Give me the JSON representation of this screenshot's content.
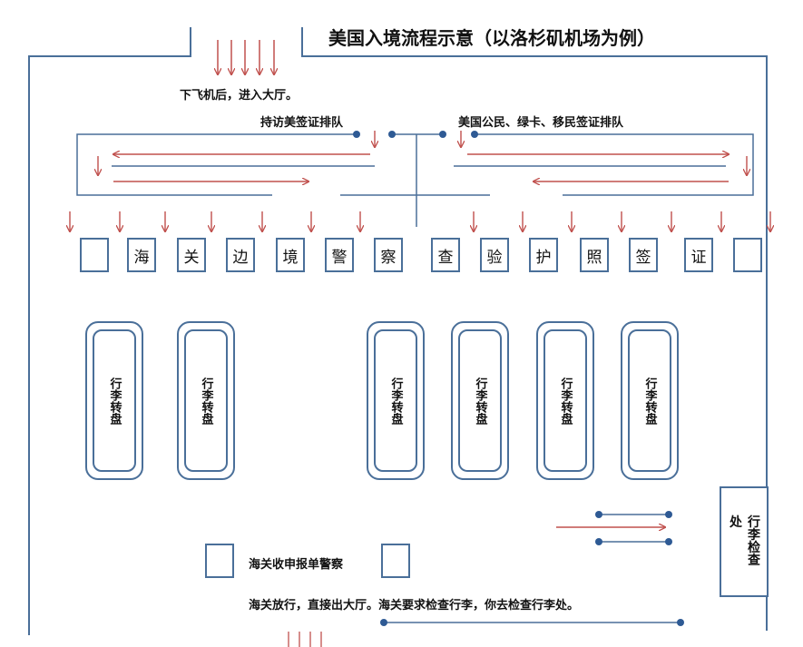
{
  "title": "美国入境流程示意（以洛杉矶机场为例）",
  "labels": {
    "deplane": "下飞机后，进入大厅。",
    "visitor_queue": "持访美签证排队",
    "resident_queue": "美国公民、绿卡、移民签证排队",
    "customs_declaration": "海关收申报单警察",
    "exit_note": "海关放行，直接出大厅。海关要求检查行李，你去检查行李处。",
    "baggage_check": "行李检查处"
  },
  "booths": [
    "",
    "海",
    "关",
    "边",
    "境",
    "警",
    "察",
    "查",
    "验",
    "护",
    "照",
    "签",
    "证",
    ""
  ],
  "carousel_label": "行李转盘",
  "carousel_count": 6,
  "colors": {
    "line": "#4a6f99",
    "arrow": "#c0504d",
    "dot": "#2e5a94"
  }
}
